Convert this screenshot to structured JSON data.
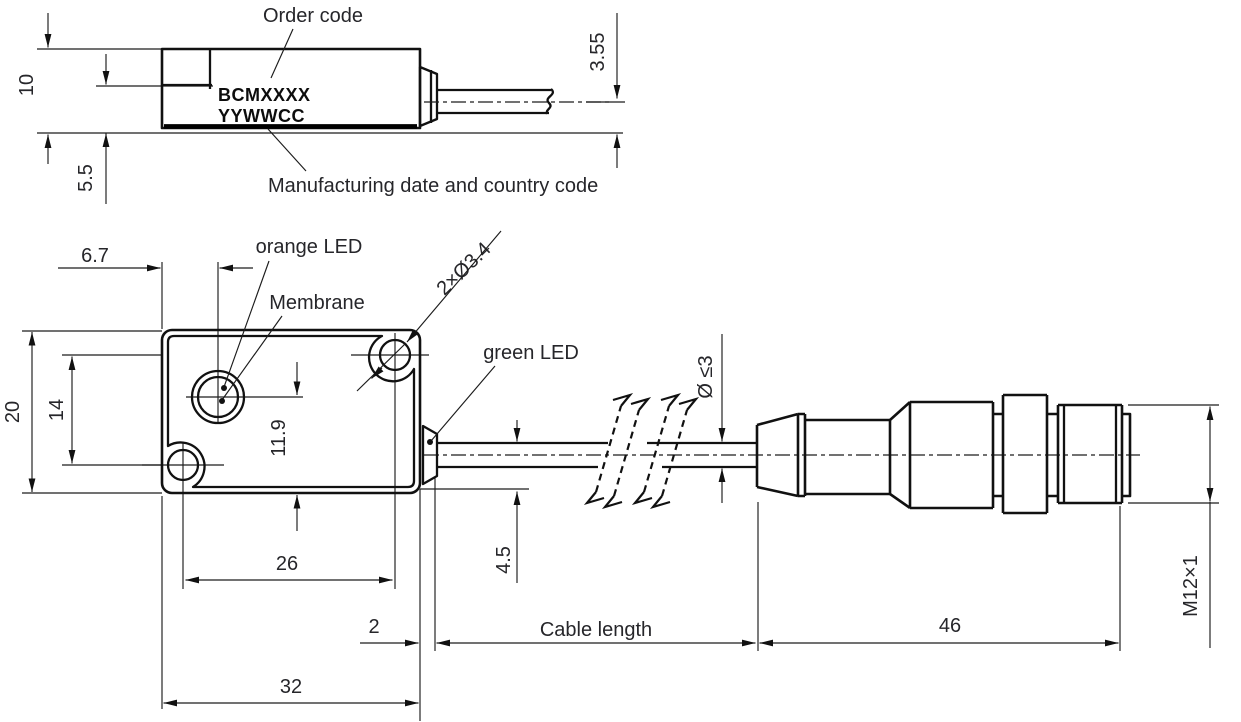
{
  "top_view": {
    "order_code": "Order code",
    "product_code": "BCMXXXX",
    "date_code": "YYWWCC",
    "mfg_note": "Manufacturing date and country code",
    "dim_height": "10",
    "dim_body_height": "5.5",
    "dim_cable_axis": "3.55"
  },
  "main_view": {
    "label_orange_led": "orange LED",
    "label_membrane": "Membrane",
    "label_holes": "2×Ø3.4",
    "label_green_led": "green LED",
    "label_cable_diameter": "Ø ≤3",
    "label_cable_length": "Cable length",
    "label_thread": "M12×1",
    "dim_led_offset_x": "6.7",
    "dim_height": "20",
    "dim_hole_spacing_y": "14",
    "dim_led_offset_y": "11.9",
    "dim_hole_spacing_x": "26",
    "dim_led_housing": "2",
    "dim_width": "32",
    "dim_cable_offset": "4.5",
    "dim_connector_length": "46"
  }
}
